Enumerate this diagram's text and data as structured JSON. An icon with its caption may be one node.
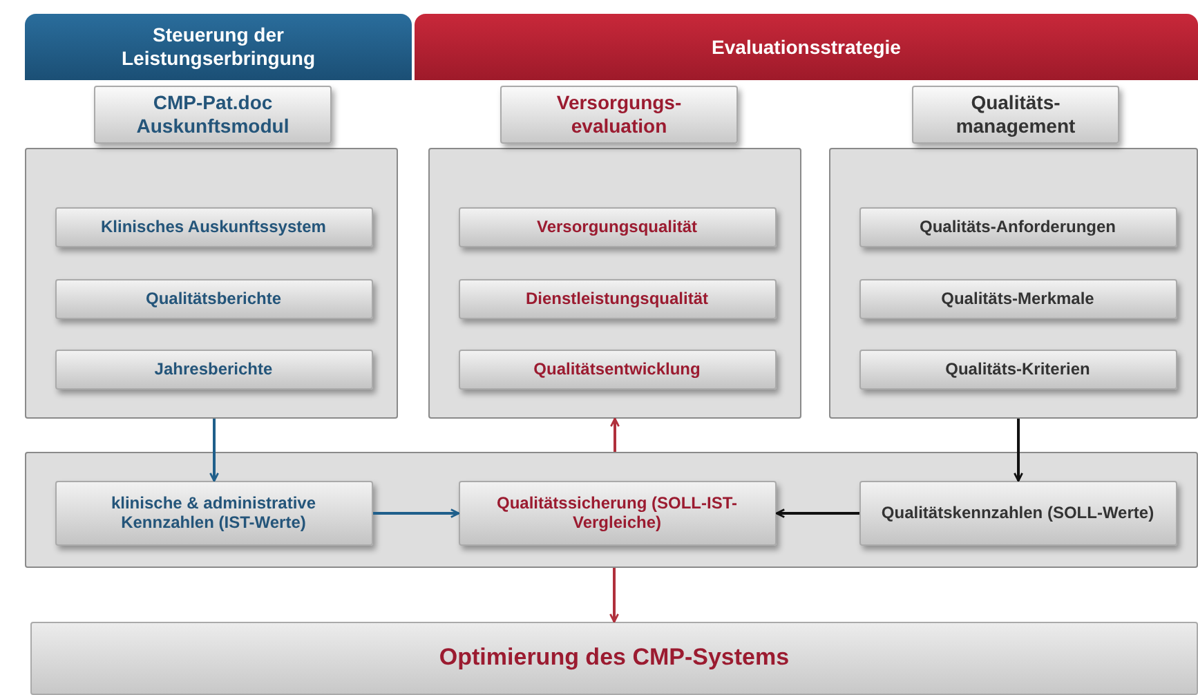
{
  "diagram": {
    "nodes": [
      {
        "text": [
          "Steuerung der Leistungserbringung"
        ]
      },
      {
        "text": [
          "Evaluationsstrategie"
        ]
      },
      {
        "text": [
          "CMP-Pat.doc Auskunftsmodul"
        ]
      },
      {
        "text": [
          "Versorgungs- evaluation"
        ]
      },
      {
        "text": [
          "Qualitäts- management"
        ]
      },
      {
        "text": [],
        "shape": "box"
      },
      {
        "text": [
          "Klinisches Auskunftssystem"
        ],
        "in": 5
      },
      {
        "text": [
          "Qualitätsberichte"
        ],
        "in": 5
      },
      {
        "text": [
          "Jahresberichte"
        ],
        "in": 5
      },
      {
        "text": [],
        "shape": "box"
      },
      {
        "text": [
          "Versorgungsqualität"
        ],
        "in": 9
      },
      {
        "text": [
          "Dienstleistungsqualität"
        ],
        "in": 9
      },
      {
        "text": [
          "Qualitätsentwicklung"
        ],
        "in": 9
      },
      {
        "text": [],
        "shape": "box"
      },
      {
        "text": [
          "Qualitäts-Anforderungen"
        ],
        "in": 13
      },
      {
        "text": [
          "Qualitäts-Merkmale"
        ],
        "in": 13
      },
      {
        "text": [
          "Qualitäts-Kriterien"
        ],
        "in": 13
      },
      {
        "text": [],
        "shape": "box"
      },
      {
        "text": [
          "klinische & administrative Kennzahlen (IST-Werte)"
        ],
        "in": 17
      },
      {
        "text": [
          "Qualitätssicherung (SOLL-IST-Vergleiche)"
        ],
        "in": 17
      },
      {
        "text": [
          "Qualitätskennzahlen (SOLL-Werte)"
        ],
        "in": 17
      },
      {
        "text": [
          "Optimierung des CMP-Systems"
        ]
      }
    ],
    "edges": [
      {
        "from": 5,
        "to": 18,
        "arrow": "to",
        "color": "#1f5f8b"
      },
      {
        "from": 18,
        "to": 19,
        "arrow": "to",
        "color": "#1f5f8b"
      },
      {
        "from": 13,
        "to": 20,
        "arrow": "to",
        "color": "#111111"
      },
      {
        "from": 20,
        "to": 19,
        "arrow": "to",
        "color": "#111111"
      },
      {
        "from": 17,
        "to": 9,
        "arrow": "to",
        "color": "#b0303c"
      },
      {
        "from": 17,
        "to": 21,
        "arrow": "to",
        "color": "#b0303c"
      }
    ]
  }
}
